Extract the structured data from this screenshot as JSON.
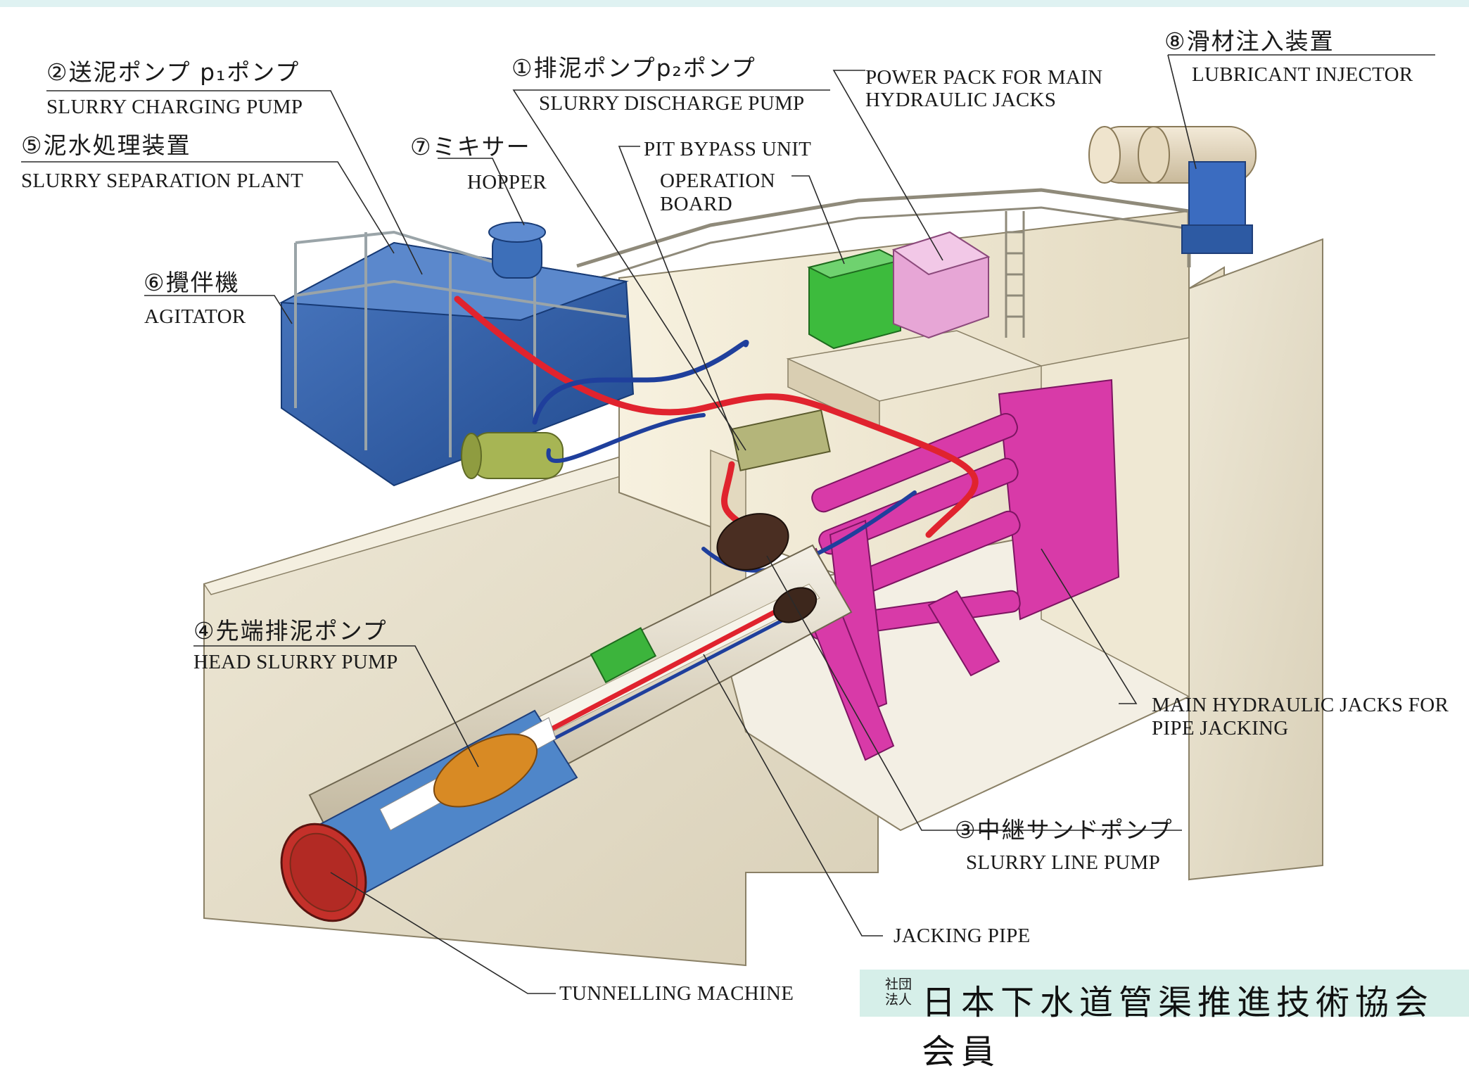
{
  "labels": {
    "discharge_pump_jp": "①排泥ポンプp₂ポンプ",
    "discharge_pump_en": "SLURRY DISCHARGE PUMP",
    "charging_pump_jp": "②送泥ポンプ p₁ポンプ",
    "charging_pump_en": "SLURRY CHARGING PUMP",
    "line_pump_jp": "③中継サンドポンプ",
    "line_pump_en": "SLURRY LINE PUMP",
    "head_pump_jp": "④先端排泥ポンプ",
    "head_pump_en": "HEAD SLURRY PUMP",
    "separation_plant_jp": "⑤泥水処理装置",
    "separation_plant_en": "SLURRY SEPARATION PLANT",
    "agitator_jp": "⑥攪伴機",
    "agitator_en": "AGITATOR",
    "hopper_jp": "⑦ミキサー",
    "hopper_en": "HOPPER",
    "lubricant_jp": "⑧滑材注入装置",
    "lubricant_en": "LUBRICANT INJECTOR",
    "pit_bypass": "PIT BYPASS UNIT",
    "operation_board_1": "OPERATION",
    "operation_board_2": "BOARD",
    "power_pack_1": "POWER PACK FOR MAIN",
    "power_pack_2": "HYDRAULIC JACKS",
    "main_jacks_1": "MAIN HYDRAULIC JACKS FOR",
    "main_jacks_2": "PIPE JACKING",
    "jacking_pipe": "JACKING PIPE",
    "tunnelling_machine": "TUNNELLING MACHINE"
  },
  "footer": {
    "org_type_1": "社団",
    "org_type_2": "法人",
    "org_name": "日本下水道管渠推進技術協会会員"
  },
  "colors": {
    "slurry_plant": "#2f5ea6",
    "jacks": "#d83aa8",
    "operation_board": "#3dbb3d",
    "power_pack": "#e7a6d6",
    "discharge_line": "#e0232e",
    "charging_line": "#1f3f9c",
    "concrete": "#e8e2cf",
    "pump_casing": "#d88a24",
    "cutter_head": "#c4302a"
  },
  "icons": {
    "lubricant_tanks": "tank-icon",
    "pumps": "pump-icon"
  }
}
